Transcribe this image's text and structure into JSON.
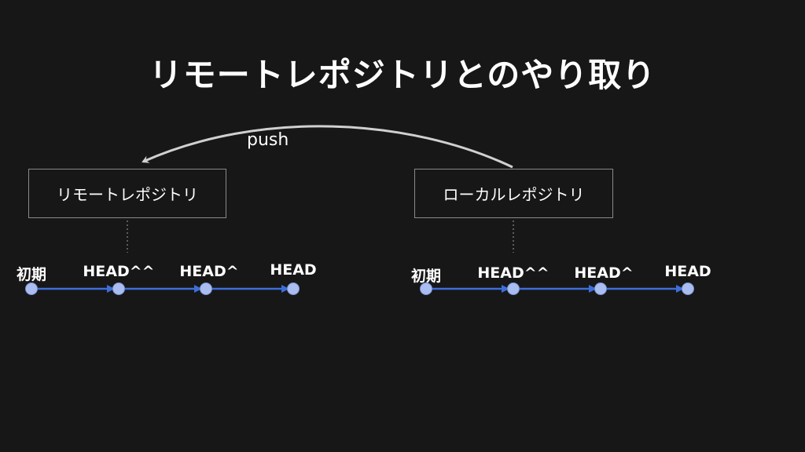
{
  "title": "リモートレポジトリとのやり取り",
  "remote": {
    "label": "リモートレポジトリ",
    "commits": [
      "初期",
      "HEAD^^",
      "HEAD^",
      "HEAD"
    ]
  },
  "local": {
    "label": "ローカルレポジトリ",
    "commits": [
      "初期",
      "HEAD^^",
      "HEAD^",
      "HEAD"
    ]
  },
  "push": {
    "label": "push"
  },
  "colors": {
    "background": "#171717",
    "node_fill": "#a9bdf0",
    "node_stroke": "#7d93d6",
    "arrow": "#3d6fd9",
    "push_arrow": "#d0d0d0",
    "box_border": "#8a8a8a",
    "connector": "#8a8a8a"
  }
}
